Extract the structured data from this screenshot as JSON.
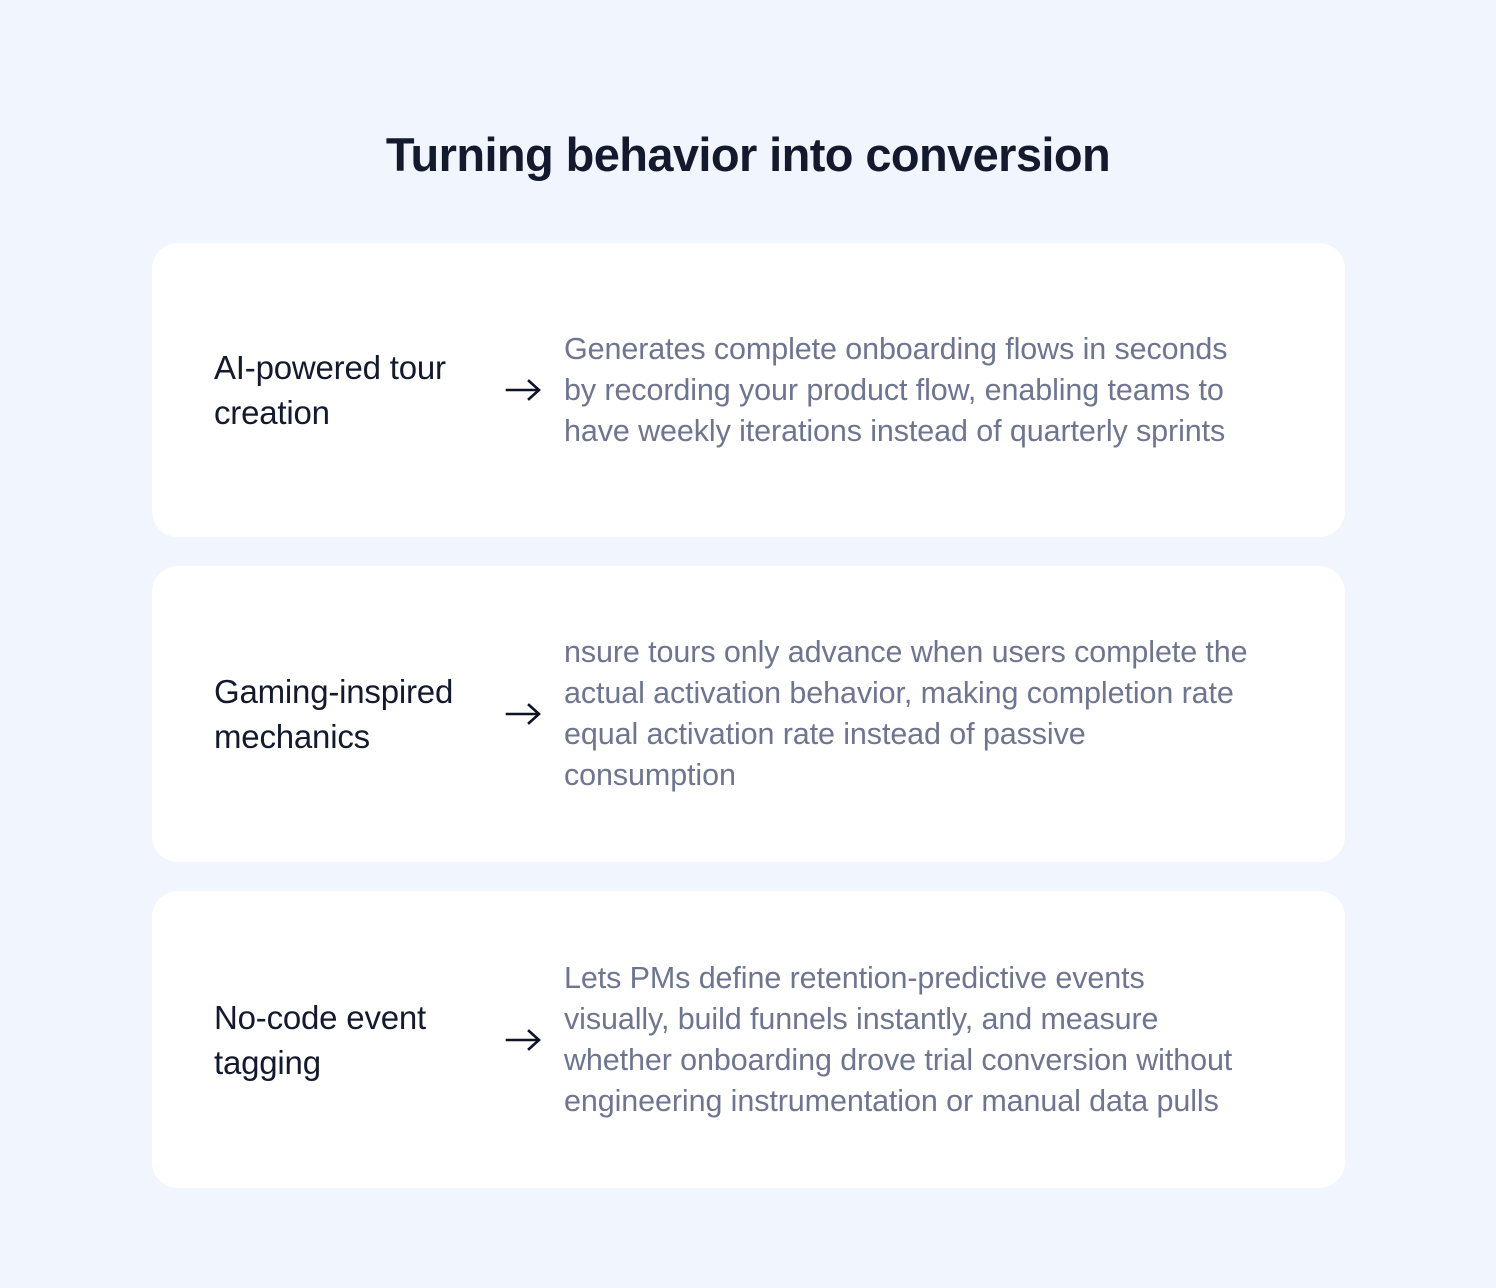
{
  "page": {
    "title": "Turning behavior into conversion",
    "background_color": "#f1f5fe",
    "card_background_color": "#ffffff",
    "title_color": "#131a2e",
    "label_color": "#131a2e",
    "description_color": "#6e7590"
  },
  "cards": [
    {
      "label": "AI-powered tour creation",
      "arrow_icon": "arrow-right-icon",
      "description": "Generates complete onboarding flows in seconds by recording your product flow, enabling teams to have weekly iterations instead of quarterly sprints"
    },
    {
      "label": "Gaming-inspired mechanics",
      "arrow_icon": "arrow-right-icon",
      "description": "nsure tours only advance when users complete the actual activation behavior, making completion rate equal activation rate instead of passive consumption"
    },
    {
      "label": "No-code event tagging",
      "arrow_icon": "arrow-right-icon",
      "description": "Lets PMs define retention-predictive events visually, build funnels instantly, and measure whether onboarding drove trial conversion without engineering instrumentation or manual data pulls"
    }
  ]
}
